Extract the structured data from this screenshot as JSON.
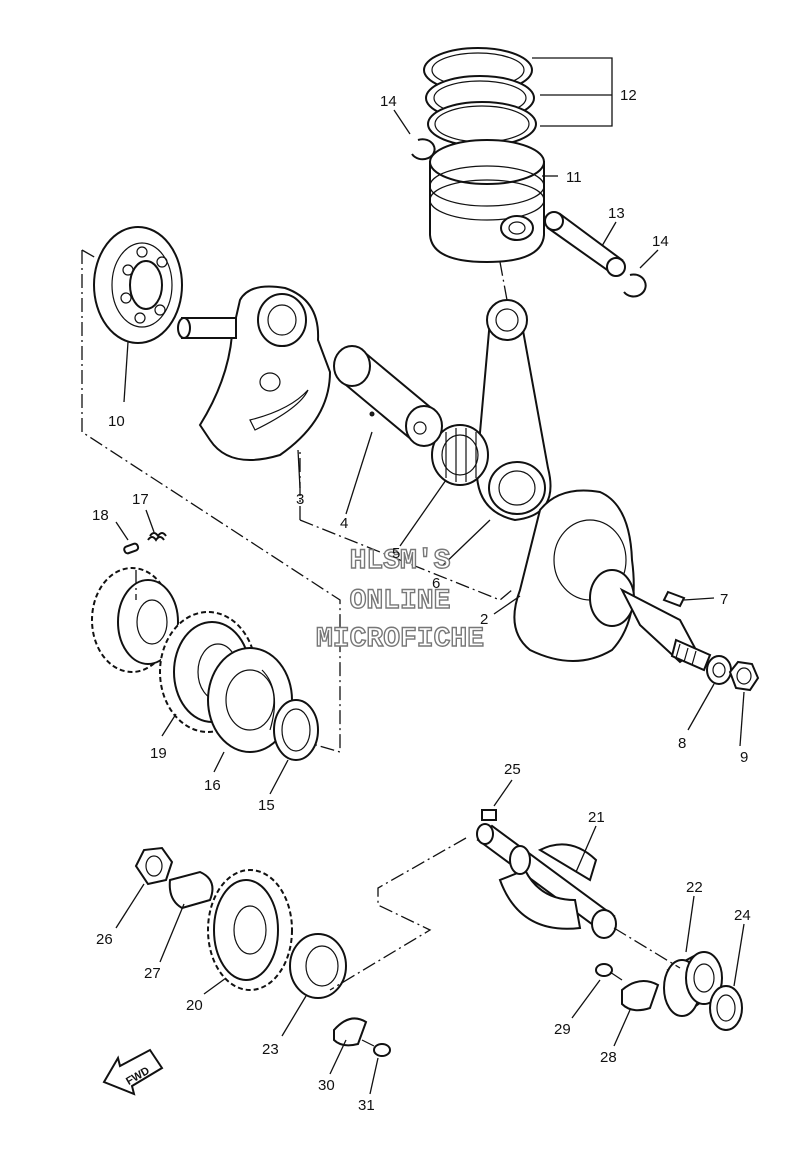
{
  "diagram": {
    "callouts": [
      {
        "id": "c1",
        "label": "12"
      },
      {
        "id": "c2",
        "label": "14"
      },
      {
        "id": "c3",
        "label": "11"
      },
      {
        "id": "c4",
        "label": "13"
      },
      {
        "id": "c5",
        "label": "14"
      },
      {
        "id": "c6",
        "label": "10"
      },
      {
        "id": "c7",
        "label": "3"
      },
      {
        "id": "c8",
        "label": "4"
      },
      {
        "id": "c9",
        "label": "5"
      },
      {
        "id": "c10",
        "label": "6"
      },
      {
        "id": "c11",
        "label": "2"
      },
      {
        "id": "c12",
        "label": "7"
      },
      {
        "id": "c13",
        "label": "8"
      },
      {
        "id": "c14",
        "label": "9"
      },
      {
        "id": "c15",
        "label": "18"
      },
      {
        "id": "c16",
        "label": "17"
      },
      {
        "id": "c17",
        "label": "19"
      },
      {
        "id": "c18",
        "label": "16"
      },
      {
        "id": "c19",
        "label": "15"
      },
      {
        "id": "c20",
        "label": "25"
      },
      {
        "id": "c21",
        "label": "21"
      },
      {
        "id": "c22",
        "label": "22"
      },
      {
        "id": "c23",
        "label": "24"
      },
      {
        "id": "c24",
        "label": "26"
      },
      {
        "id": "c25",
        "label": "27"
      },
      {
        "id": "c26",
        "label": "20"
      },
      {
        "id": "c27",
        "label": "23"
      },
      {
        "id": "c28",
        "label": "29"
      },
      {
        "id": "c29",
        "label": "28"
      },
      {
        "id": "c30",
        "label": "30"
      },
      {
        "id": "c31",
        "label": "31"
      }
    ],
    "watermark": [
      "HLSM'S",
      "ONLINE",
      "MICROFICHE"
    ],
    "fwd_label": "FWD"
  }
}
